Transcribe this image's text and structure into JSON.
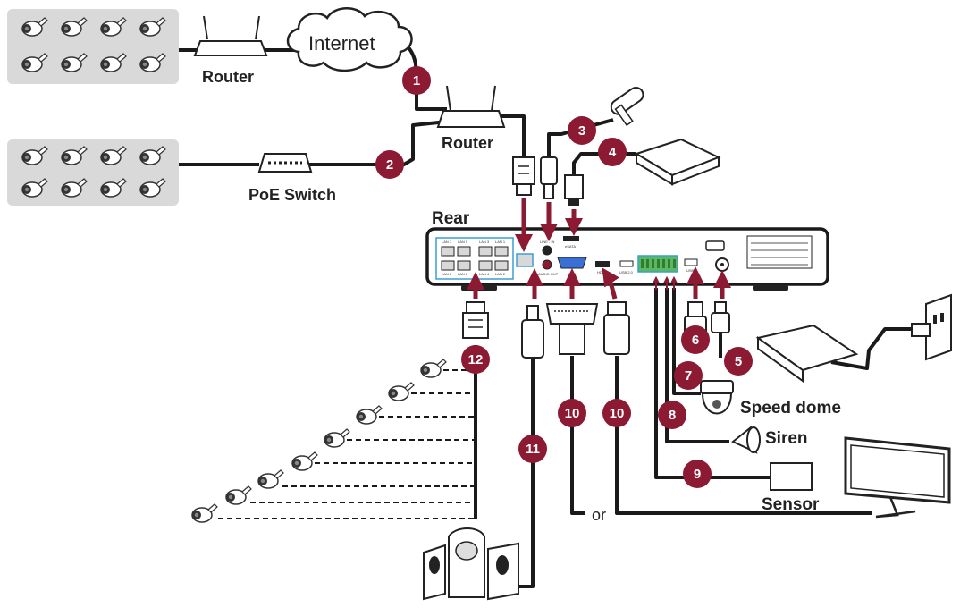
{
  "labels": {
    "internet": "Internet",
    "router_top": "Router",
    "router_mid": "Router",
    "poe_switch": "PoE Switch",
    "rear": "Rear",
    "speed_dome": "Speed dome",
    "siren": "Siren",
    "sensor": "Sensor",
    "or": "or"
  },
  "badges": [
    "1",
    "2",
    "3",
    "4",
    "5",
    "6",
    "7",
    "8",
    "9",
    "10",
    "10",
    "11",
    "12"
  ],
  "nvr_ports": {
    "lan_top": [
      "LAN 7",
      "LAN 5",
      "LAN 3",
      "LAN 1"
    ],
    "lan_bottom": [
      "LAN 8",
      "LAN 6",
      "LAN 4",
      "LAN 2"
    ],
    "audio_in": "LINE - IN",
    "audio_out": "AUDIO OUT",
    "esata": "eSATA",
    "vga": "VGA",
    "hdmi": "HDMI",
    "usb_left": "USB 2.0",
    "usb_right": "USB"
  },
  "colors": {
    "badge": "#8b1a32",
    "arrow": "#8b1a32",
    "cable": "#1a1a1a",
    "camera_panel": "#d9d9d9",
    "port_highlight": "#3a9fd6",
    "terminal_green": "#5cb85c"
  }
}
